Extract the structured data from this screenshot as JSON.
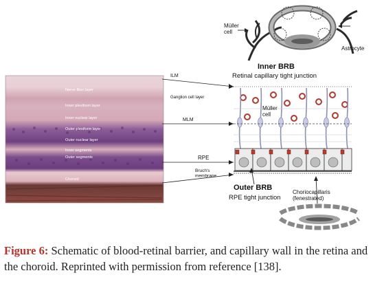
{
  "figure": {
    "labels": {
      "muller_cell_top": "Müller\ncell",
      "astrocyte": "Astrocyte",
      "inner_brb": "Inner BRB",
      "inner_brb_sub": "Retinal capillary tight junction",
      "ilm": "ILM",
      "ganglion": "Ganglion cell layer",
      "mlm": "MLM",
      "muller_cell_mid": "Müller\ncell",
      "rpe": "RPE",
      "bruchs": "Bruch's\nmembrane",
      "outer_brb": "Outer BRB",
      "outer_brb_sub": "RPE tight junction",
      "choriocapillaris": "Choriocapillaris\n(fenestrated)"
    },
    "histology_labels": [
      "Nerve fiber layer",
      "Inner plexiform layer",
      "Inner nuclear layer",
      "Outer plexiform layer",
      "Outer nuclear layer",
      "Inner segments",
      "Outer segments",
      "Choroid"
    ],
    "colors": {
      "caption_label": "#b8322a",
      "rbc": "#b73a2e",
      "tight_junction": "#c0392b",
      "histology_pink": "#d9a9b4",
      "histology_purple": "#7d4f8f"
    }
  },
  "caption": {
    "label": "Figure 6:",
    "text": " Schematic of blood-retinal barrier, and capillary wall in the retina and the choroid. Reprinted with permission from reference [138]."
  }
}
